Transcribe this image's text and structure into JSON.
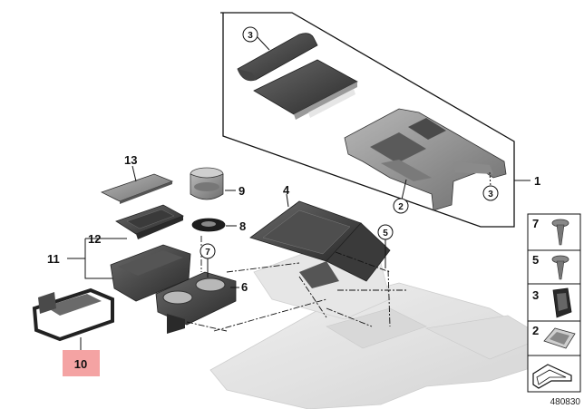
{
  "diagram": {
    "callouts": [
      {
        "id": "c3a",
        "text": "3"
      },
      {
        "id": "c2",
        "text": "2"
      },
      {
        "id": "c3b",
        "text": "3"
      },
      {
        "id": "c7",
        "text": "7"
      },
      {
        "id": "c5",
        "text": "5"
      }
    ],
    "labels": [
      {
        "id": "l1",
        "text": "1"
      },
      {
        "id": "l4",
        "text": "4"
      },
      {
        "id": "l6",
        "text": "6"
      },
      {
        "id": "l8",
        "text": "8"
      },
      {
        "id": "l9",
        "text": "9"
      },
      {
        "id": "l10",
        "text": "10"
      },
      {
        "id": "l11",
        "text": "11"
      },
      {
        "id": "l12",
        "text": "12"
      },
      {
        "id": "l13",
        "text": "13"
      }
    ],
    "legend": [
      {
        "num": "7",
        "icon": "screw-icon"
      },
      {
        "num": "5",
        "icon": "screw-icon"
      },
      {
        "num": "3",
        "icon": "clip-icon"
      },
      {
        "num": "2",
        "icon": "spring-clip-icon"
      }
    ],
    "figure_number": "480830",
    "highlight_color": "#f4a3a3"
  }
}
